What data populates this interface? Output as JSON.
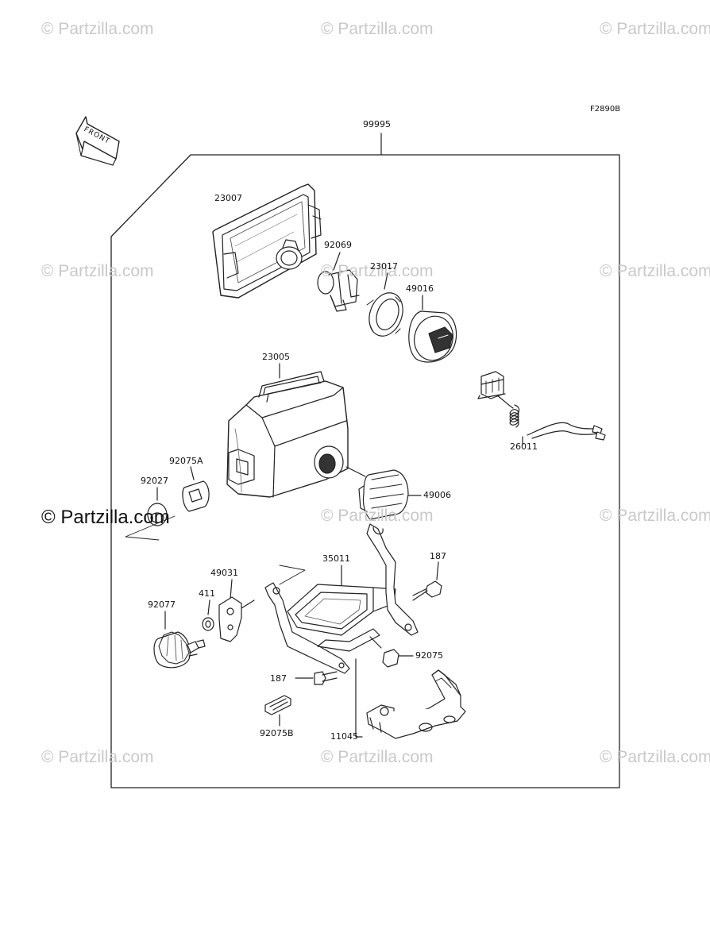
{
  "diagram_code": "F2890B",
  "direction_label": "FRONT",
  "watermark": "© Partzilla.com",
  "assembly_part": "99995",
  "parts": {
    "p23007": "23007",
    "p92069": "92069",
    "p23017": "23017",
    "p49016": "49016",
    "p23005": "23005",
    "p26011": "26011",
    "p92075A": "92075A",
    "p92027": "92027",
    "p49006": "49006",
    "p35011": "35011",
    "p187a": "187",
    "p49031": "49031",
    "p411": "411",
    "p92077": "92077",
    "p92075": "92075",
    "p187b": "187",
    "p92075B": "92075B",
    "p11045": "11045"
  }
}
